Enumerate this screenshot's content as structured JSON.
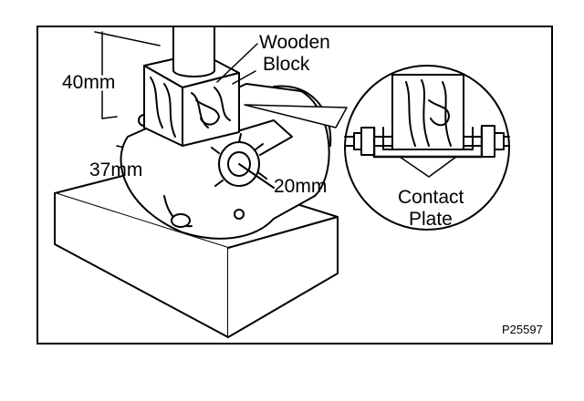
{
  "labels": {
    "wooden": "Wooden",
    "block": "Block",
    "dim_40": "40mm",
    "dim_37": "37mm",
    "dim_20": "20mm",
    "contact": "Contact",
    "plate": "Plate"
  },
  "figure_code": "P25597",
  "colors": {
    "ink": "#000000",
    "paper": "#ffffff"
  }
}
